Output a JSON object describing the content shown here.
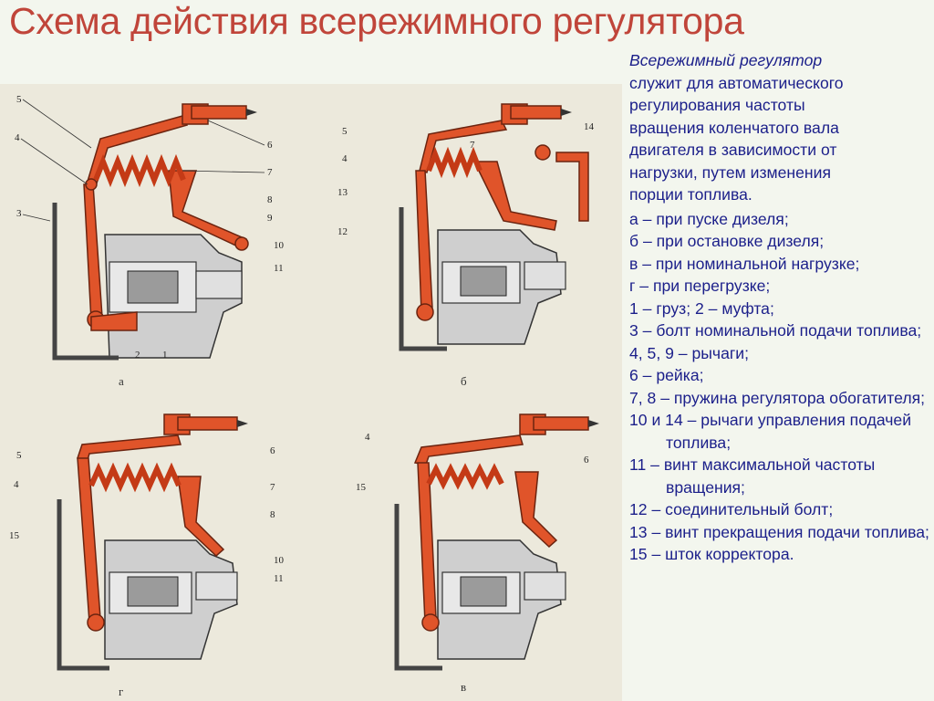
{
  "title": "Схема действия всережимного регулятора",
  "intro": {
    "em": "Всережимный регулятор",
    "lines": [
      "служит для автоматического",
      "регулирования частоты",
      "вращения коленчатого вала",
      "двигателя в зависимости от",
      "нагрузки, путем изменения",
      "порции топлива."
    ]
  },
  "legend": [
    "а – при пуске дизеля;",
    "б – при остановке дизеля;",
    "в – при  номинальной нагрузке;",
    "г – при перегрузке;",
    "1 – груз; 2 – муфта;",
    "3 – болт номинальной подачи топлива;",
    "4, 5, 9 – рычаги;",
    "6 – рейка;",
    "7, 8 – пружина регулятора обогатителя;",
    "10 и 14 – рычаги управления подачей топлива;",
    "11 – винт максимальной частоты вращения;",
    "12 – соединительный болт;",
    "13 – винт прекращения подачи топлива;",
    "15 – шток корректора."
  ],
  "figures": {
    "a": {
      "label": "а",
      "parts": [
        "5",
        "4",
        "3",
        "6",
        "7",
        "8",
        "9",
        "10",
        "11",
        "2",
        "1"
      ]
    },
    "b": {
      "label": "б",
      "parts": [
        "5",
        "14",
        "4",
        "7",
        "13",
        "12"
      ]
    },
    "g": {
      "label": "г",
      "parts": [
        "5",
        "6",
        "4",
        "7",
        "15",
        "8",
        "10",
        "11"
      ]
    },
    "v": {
      "label": "в",
      "parts": [
        "4",
        "6",
        "15"
      ]
    }
  },
  "colors": {
    "title": "#c0453a",
    "text": "#1b1f8a",
    "lever": "#e0542a",
    "background": "#f3f6ee"
  }
}
